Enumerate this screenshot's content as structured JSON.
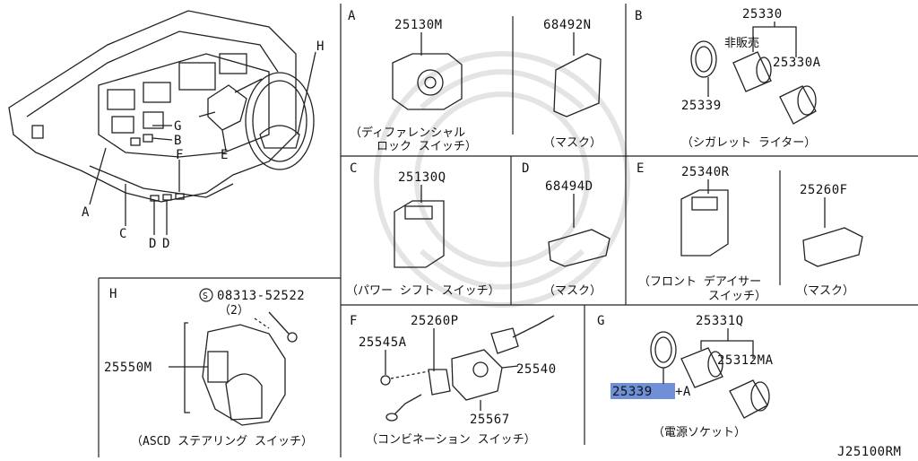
{
  "diagram_code": "J25100RM",
  "overview": {
    "callouts": [
      "A",
      "B",
      "C",
      "D",
      "D",
      "E",
      "F",
      "G",
      "H"
    ]
  },
  "sections": {
    "A": {
      "letter": "A",
      "parts": [
        "25130M",
        "68492N"
      ],
      "captions": [
        "（ディファレンシャル",
        "ロック スイッチ）",
        "（マスク）"
      ]
    },
    "B": {
      "letter": "B",
      "parts": [
        "25330",
        "25330A",
        "25339"
      ],
      "note": "非販売",
      "caption": "（シガレット ライター）"
    },
    "C": {
      "letter": "C",
      "parts": [
        "25130Q"
      ],
      "caption": "（パワー シフト スイッチ）"
    },
    "D": {
      "letter": "D",
      "parts": [
        "68494D"
      ],
      "caption": "（マスク）"
    },
    "E": {
      "letter": "E",
      "parts": [
        "25340R",
        "25260F"
      ],
      "captions": [
        "（フロント デアイサー",
        "スイッチ）",
        "（マスク）"
      ]
    },
    "F": {
      "letter": "F",
      "parts": [
        "25260P",
        "25545A",
        "25540",
        "25567"
      ],
      "caption": "（コンビネーション スイッチ）"
    },
    "G": {
      "letter": "G",
      "parts": [
        "25331Q",
        "25312MA",
        "25339"
      ],
      "suffix": "+A",
      "caption": "（電源ソケット）"
    },
    "H": {
      "letter": "H",
      "parts": [
        "08313-52522",
        "25550M"
      ],
      "qty": "（2）",
      "caption": "（ASCD ステアリング スイッチ）"
    }
  },
  "highlight_color": "#6f8fd6"
}
